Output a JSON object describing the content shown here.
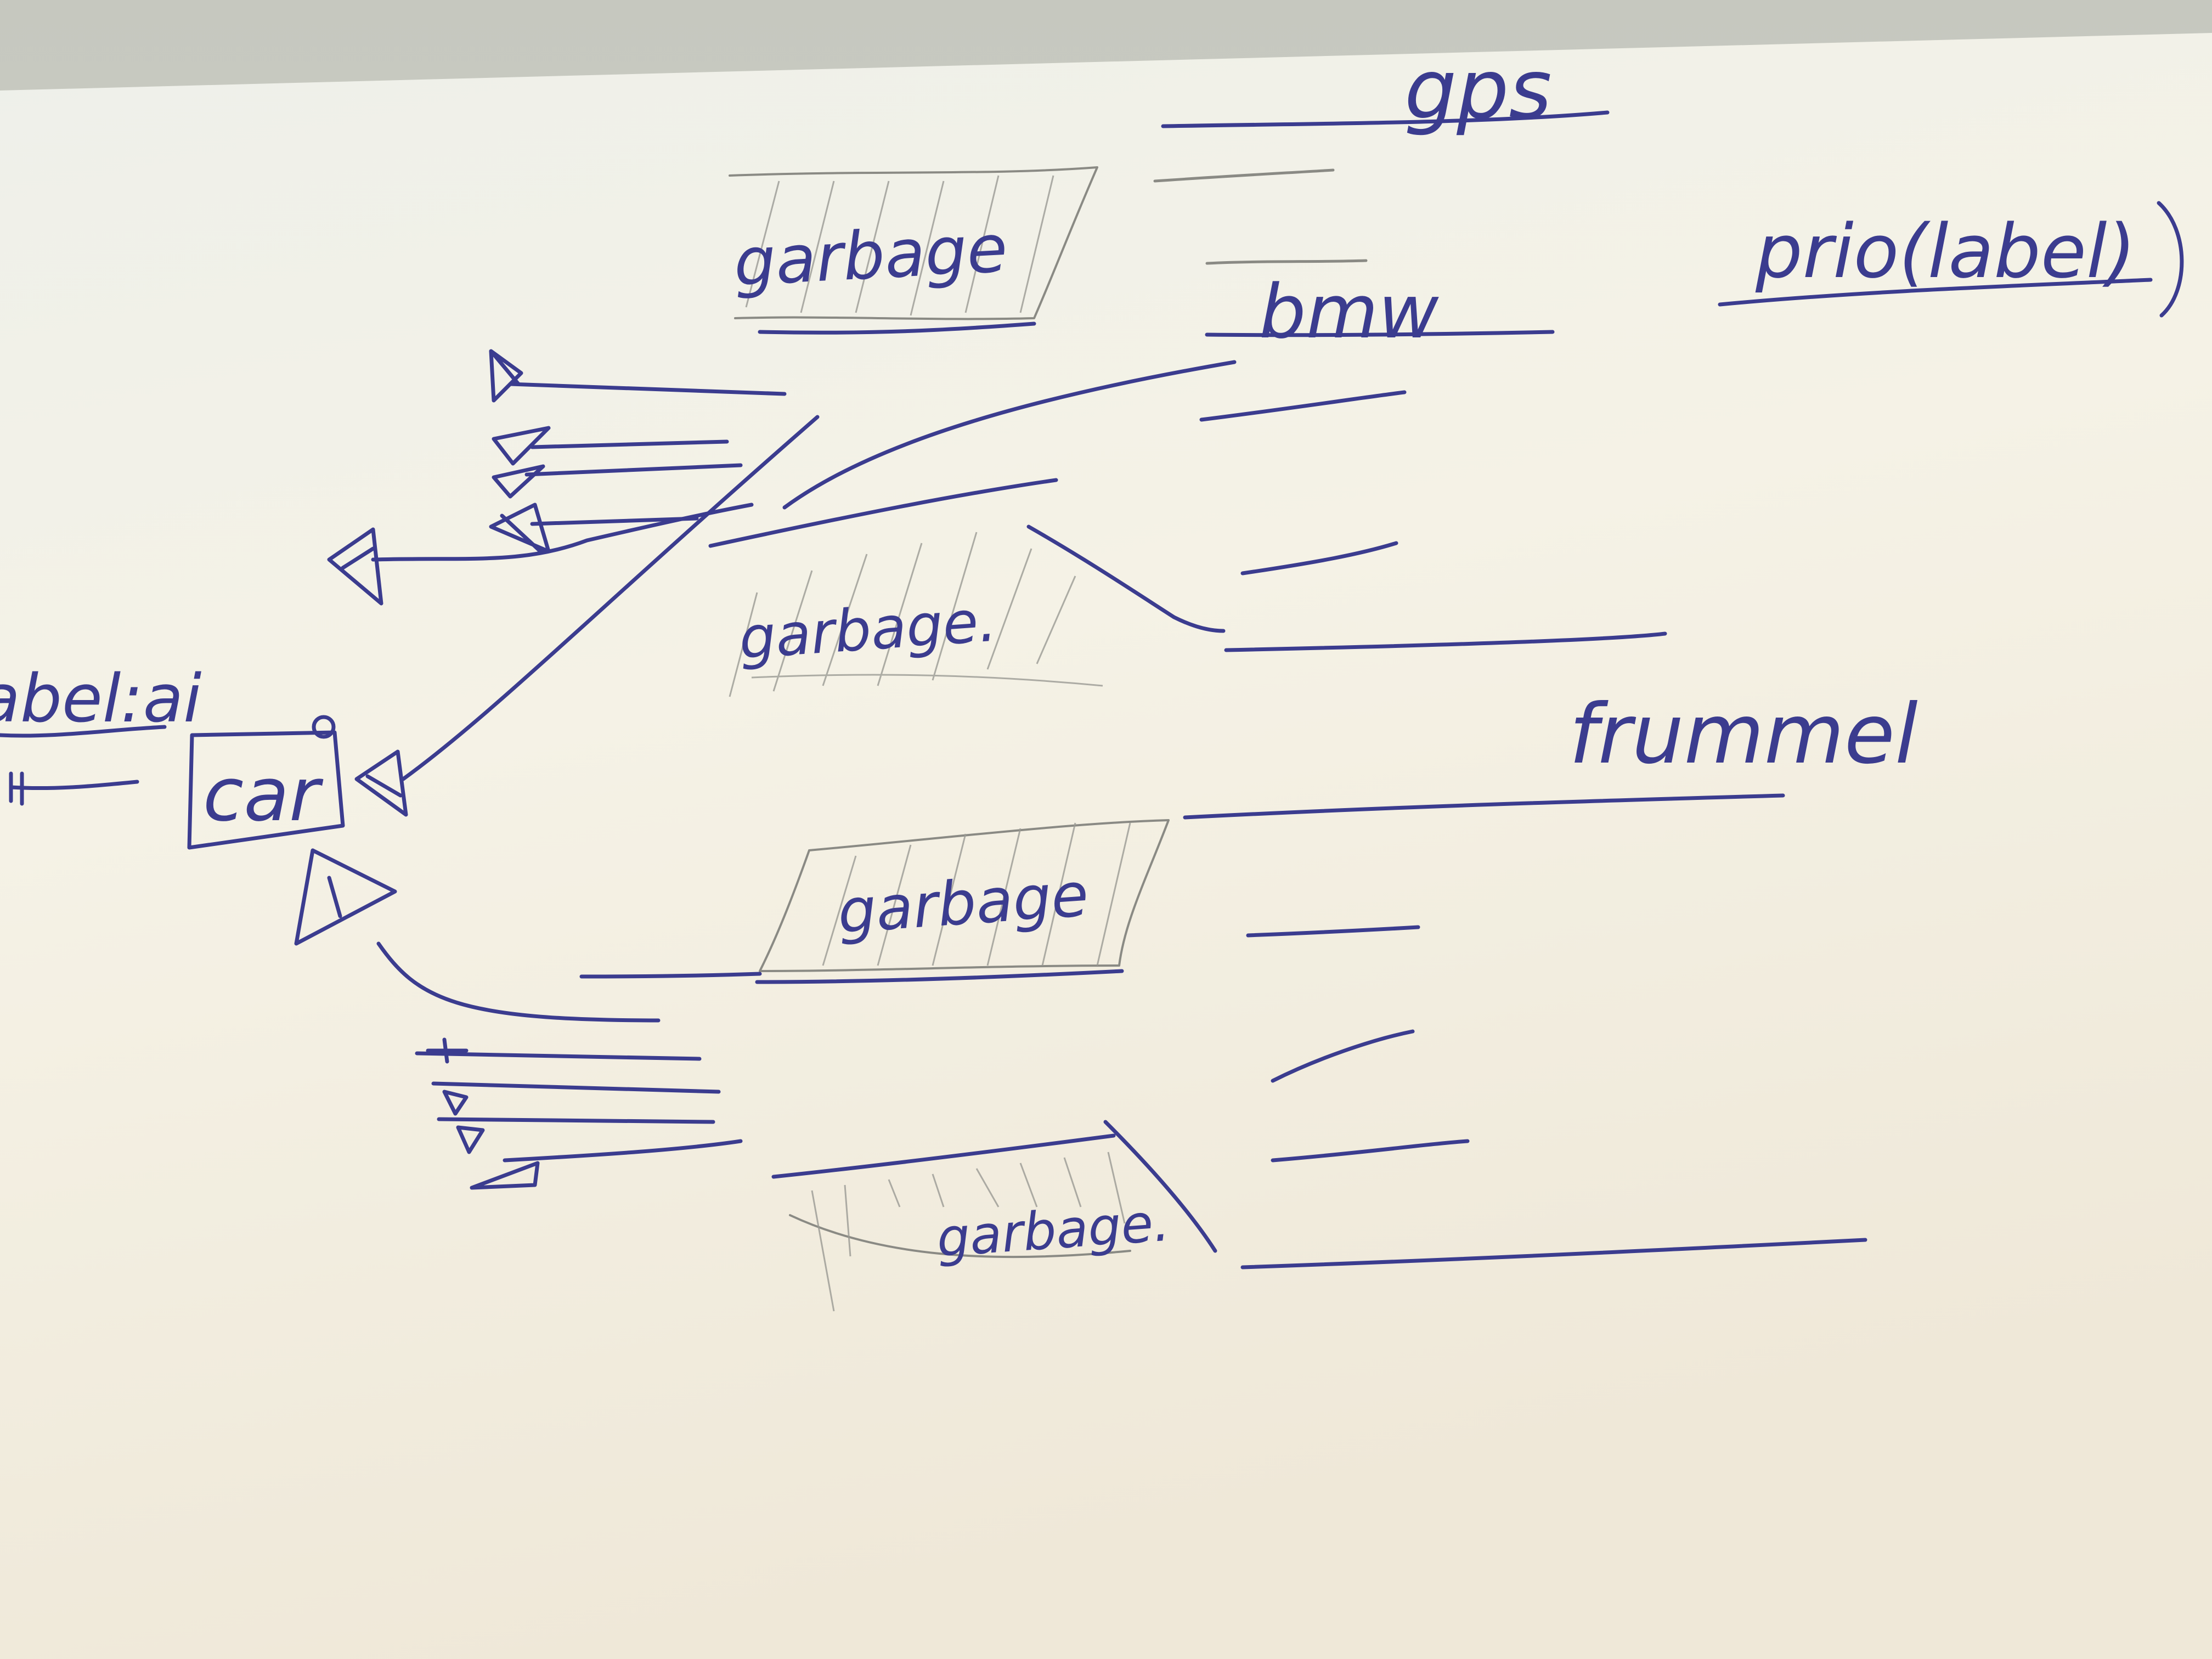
{
  "labels": {
    "gps": "gps",
    "prio_label": "prio(label)",
    "bmw": "bmw",
    "frummel": "frummel",
    "label_ai": "label:ai",
    "car": "car",
    "garbage_top": "garbage",
    "garbage_mid": "garbage.",
    "garbage_low": "garbage",
    "garbage_bottom": "garbage."
  },
  "colors": {
    "ink": "#3b3c8f",
    "pencil": "#8a8a84",
    "paper": "#f3f1e6"
  }
}
